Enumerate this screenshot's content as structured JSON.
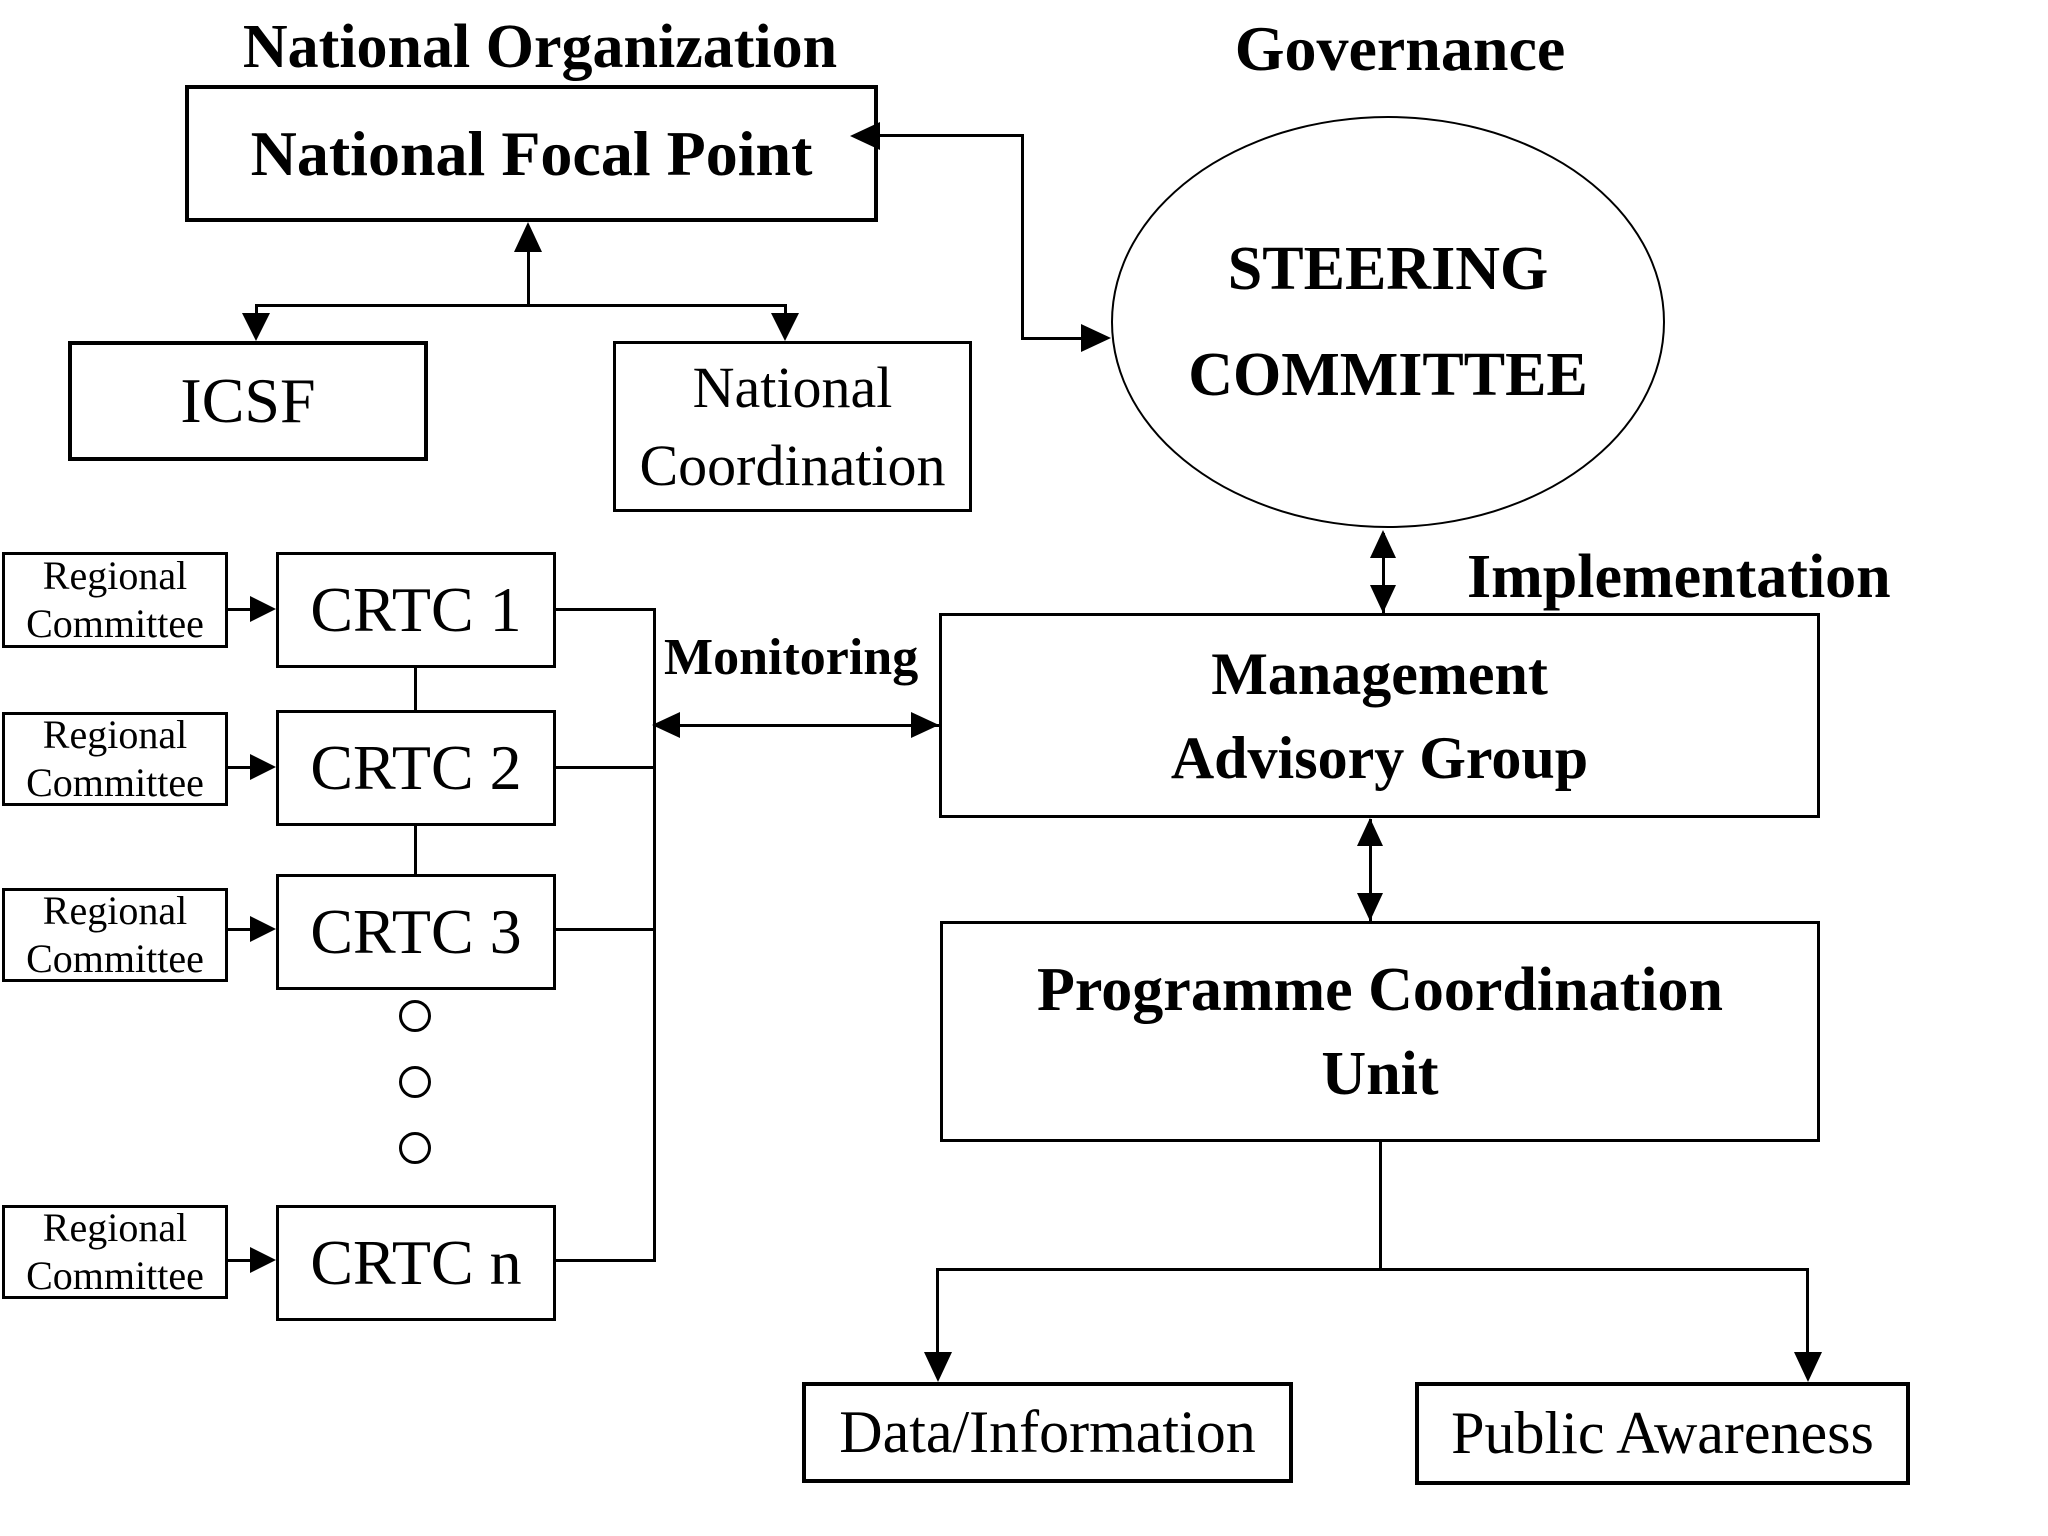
{
  "diagram": {
    "background_color": "#ffffff",
    "line_color": "#000000",
    "titles": {
      "national_organization": "National Organization",
      "governance": "Governance",
      "implementation": "Implementation",
      "monitoring": "Monitoring"
    },
    "nodes": {
      "national_focal_point": {
        "label": "National Focal Point"
      },
      "icsf": {
        "label": "ICSF"
      },
      "national_coordination": {
        "line1": "National",
        "line2": "Coordination"
      },
      "steering_committee": {
        "line1": "STEERING",
        "line2": "COMMITTEE"
      },
      "management_advisory_group": {
        "line1": "Management",
        "line2": "Advisory Group"
      },
      "programme_coordination_unit": {
        "line1": "Programme Coordination",
        "line2": "Unit"
      },
      "data_information": {
        "label": "Data/Information"
      },
      "public_awareness": {
        "label": "Public Awareness"
      },
      "regional_committee": {
        "line1": "Regional",
        "line2": "Committee"
      },
      "crtc_units": [
        "CRTC 1",
        "CRTC 2",
        "CRTC 3",
        "CRTC n"
      ]
    }
  }
}
